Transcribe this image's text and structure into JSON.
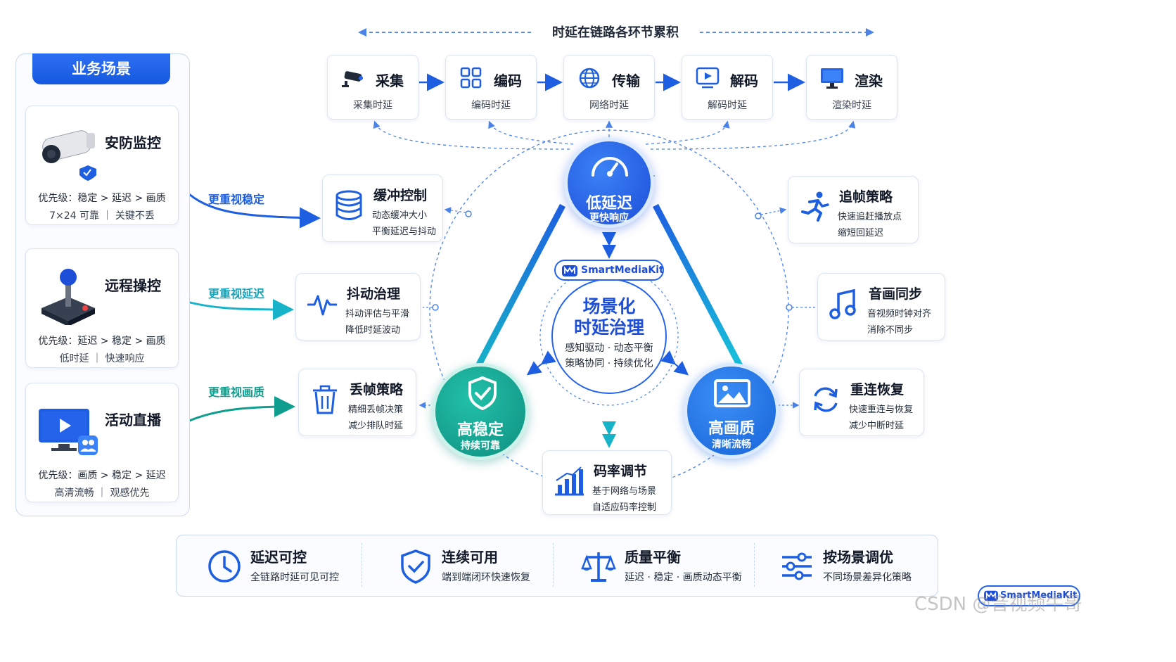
{
  "timeline": {
    "label": "时延在链路各环节累积"
  },
  "pipeline": [
    {
      "name": "采集",
      "sub": "采集时延",
      "icon": "camera-icon"
    },
    {
      "name": "编码",
      "sub": "编码时延",
      "icon": "grid-icon"
    },
    {
      "name": "传输",
      "sub": "网络时延",
      "icon": "globe-icon"
    },
    {
      "name": "解码",
      "sub": "解码时延",
      "icon": "play-screen-icon"
    },
    {
      "name": "渲染",
      "sub": "渲染时延",
      "icon": "monitor-icon"
    }
  ],
  "scenarios": {
    "header": "业务场景",
    "items": [
      {
        "title": "安防监控",
        "priority": "优先级：稳定 > 延迟 > 画质",
        "desc": "7×24 可靠  ｜  关键不丢",
        "emphasis": "更重视稳定",
        "icon": "security-camera-icon"
      },
      {
        "title": "远程操控",
        "priority": "优先级：延迟 > 稳定 > 画质",
        "desc": "低时延  ｜  快速响应",
        "emphasis": "更重视延迟",
        "icon": "joystick-icon"
      },
      {
        "title": "活动直播",
        "priority": "优先级：画质 > 稳定 > 延迟",
        "desc": "高清流畅  ｜  观感优先",
        "emphasis": "更重视画质",
        "icon": "live-monitor-icon"
      }
    ]
  },
  "strategies_left": [
    {
      "title": "缓冲控制",
      "l1": "动态缓冲大小",
      "l2": "平衡延迟与抖动",
      "icon": "database-icon"
    },
    {
      "title": "抖动治理",
      "l1": "抖动评估与平滑",
      "l2": "降低时延波动",
      "icon": "pulse-icon"
    },
    {
      "title": "丢帧策略",
      "l1": "精细丢帧决策",
      "l2": "减少排队时延",
      "icon": "trash-icon"
    }
  ],
  "strategies_right": [
    {
      "title": "追帧策略",
      "l1": "快速追赶播放点",
      "l2": "缩短回延迟",
      "icon": "running-icon"
    },
    {
      "title": "音画同步",
      "l1": "音视频时钟对齐",
      "l2": "消除不同步",
      "icon": "music-note-icon"
    },
    {
      "title": "重连恢复",
      "l1": "快速重连与恢复",
      "l2": "减少中断时延",
      "icon": "refresh-icon"
    }
  ],
  "strategy_bottom": {
    "title": "码率调节",
    "l1": "基于网络与场景",
    "l2": "自适应码率控制",
    "icon": "bar-chart-icon"
  },
  "nodes": {
    "low_latency": {
      "title": "低延迟",
      "sub": "更快响应",
      "icon": "speedometer-icon",
      "color": "#1d5fe0"
    },
    "high_stability": {
      "title": "高稳定",
      "sub": "持续可靠",
      "icon": "shield-check-icon",
      "color": "#0f9e8e"
    },
    "high_quality": {
      "title": "高画质",
      "sub": "清晰流畅",
      "icon": "image-icon",
      "color": "#1a73e8"
    }
  },
  "core": {
    "brand": "SmartMediaKit",
    "title1": "场景化",
    "title2": "时延治理",
    "line1": "感知驱动 · 动态平衡",
    "line2": "策略协同 · 持续优化"
  },
  "features": [
    {
      "title": "延迟可控",
      "sub": "全链路时延可见可控",
      "icon": "clock-icon"
    },
    {
      "title": "连续可用",
      "sub": "端到端闭环快速恢复",
      "icon": "shield-check-icon"
    },
    {
      "title": "质量平衡",
      "sub": "延迟 · 稳定 · 画质动态平衡",
      "icon": "balance-scale-icon"
    },
    {
      "title": "按场景调优",
      "sub": "不同场景差异化策略",
      "icon": "sliders-icon"
    }
  ],
  "watermark": {
    "text": "CSDN @音视频牛哥",
    "badge": "SmartMediaKit"
  },
  "colors": {
    "primary": "#1d5fe0",
    "teal": "#0f9e8e",
    "cyan": "#17b3c9",
    "border": "#dbe4f0"
  }
}
